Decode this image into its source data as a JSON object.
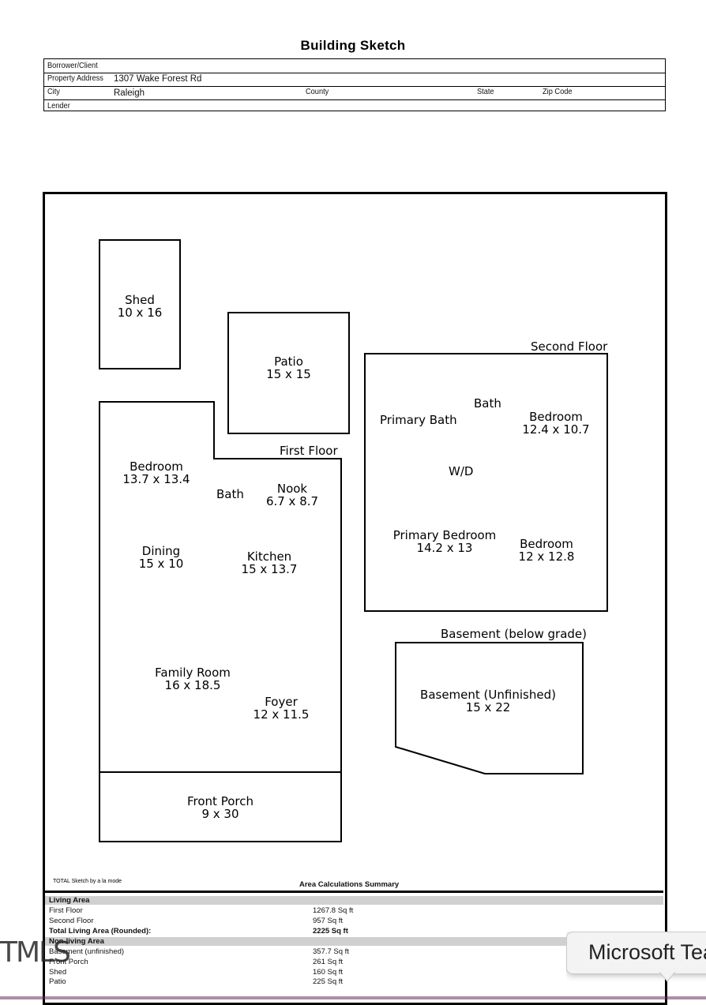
{
  "document": {
    "title": "Building Sketch"
  },
  "info": {
    "borrower_label": "Borrower/Client",
    "borrower_value": "",
    "address_label": "Property Address",
    "address_value": "1307 Wake Forest Rd",
    "city_label": "City",
    "city_value": "Raleigh",
    "county_label": "County",
    "state_label": "State",
    "zip_label": "Zip Code",
    "lender_label": "Lender"
  },
  "sketch": {
    "shed": {
      "name": "Shed",
      "dim": "10 x 16"
    },
    "patio": {
      "name": "Patio",
      "dim": "15 x 15"
    },
    "second_floor_label": "Second Floor",
    "first_floor_label": "First Floor",
    "basement_label": "Basement (below grade)",
    "rooms": {
      "bedroom_first": {
        "name": "Bedroom",
        "dim": "13.7 x 13.4"
      },
      "bath_first": {
        "name": "Bath"
      },
      "nook": {
        "name": "Nook",
        "dim": "6.7 x 8.7"
      },
      "dining": {
        "name": "Dining",
        "dim": "15 x 10"
      },
      "kitchen": {
        "name": "Kitchen",
        "dim": "15 x 13.7"
      },
      "family_room": {
        "name": "Family Room",
        "dim": "16 x 18.5"
      },
      "foyer": {
        "name": "Foyer",
        "dim": "12 x 11.5"
      },
      "front_porch": {
        "name": "Front Porch",
        "dim": "9 x 30"
      },
      "primary_bath": {
        "name": "Primary Bath"
      },
      "bath_second": {
        "name": "Bath"
      },
      "bedroom_second_a": {
        "name": "Bedroom",
        "dim": "12.4 x 10.7"
      },
      "wd": {
        "name": "W/D"
      },
      "primary_bedroom": {
        "name": "Primary Bedroom",
        "dim": "14.2 x 13"
      },
      "bedroom_second_b": {
        "name": "Bedroom",
        "dim": "12 x 12.8"
      },
      "basement": {
        "name": "Basement (Unfinished)",
        "dim": "15 x 22"
      }
    },
    "software_note": "TOTAL Sketch by a la mode"
  },
  "summary": {
    "title": "Area Calculations Summary",
    "living_header": "Living Area",
    "living": [
      {
        "name": "First Floor",
        "value": "1267.8 Sq ft"
      },
      {
        "name": "Second Floor",
        "value": "957 Sq ft"
      }
    ],
    "total_name": "Total Living Area (Rounded):",
    "total_value": "2225 Sq ft",
    "nonliving_header": "Non-living Area",
    "nonliving": [
      {
        "name": "Basement (unfinished)",
        "value": "357.7 Sq ft"
      },
      {
        "name": "Front Porch",
        "value": "261 Sq ft"
      },
      {
        "name": "Shed",
        "value": "160 Sq ft"
      },
      {
        "name": "Patio",
        "value": "225 Sq ft"
      }
    ]
  },
  "overlay": {
    "tooltip_text": "Microsoft Teams",
    "watermark_text": "TMLS"
  }
}
